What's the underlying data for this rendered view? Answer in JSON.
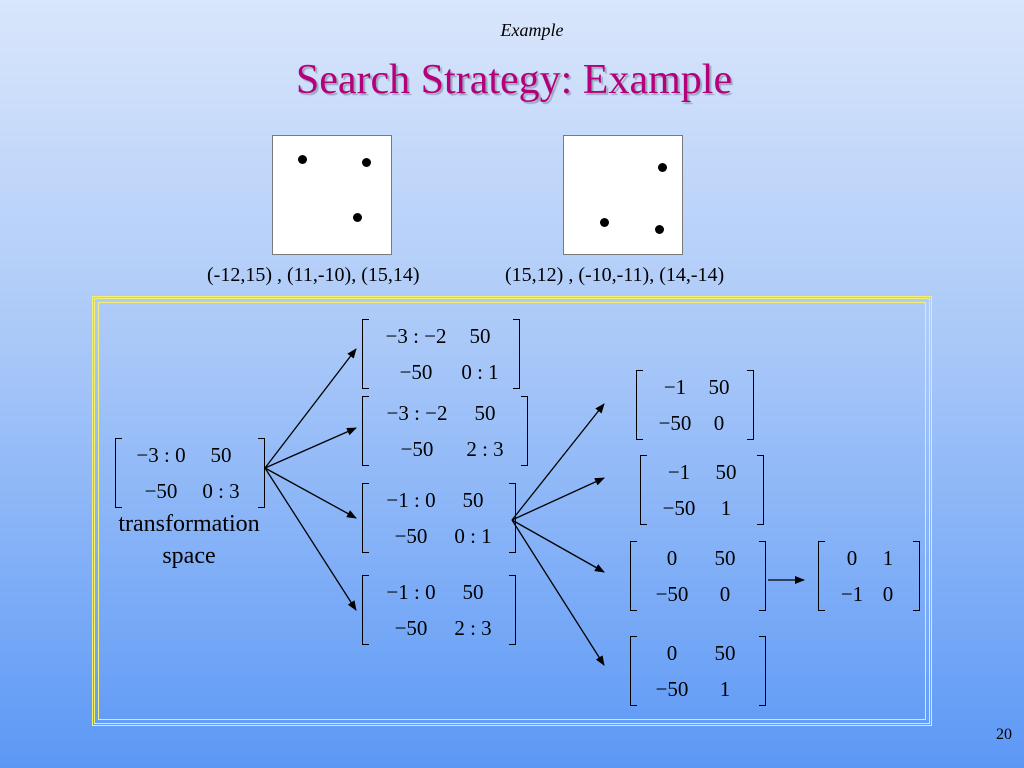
{
  "slide": {
    "header": "Example",
    "title": "Search Strategy: Example",
    "page_number": "20"
  },
  "point_sets": [
    {
      "label": "(-12,15) , (11,-10), (15,14)"
    },
    {
      "label": "(15,12) , (-10,-11), (14,-14)"
    }
  ],
  "root": {
    "label_line1": "transformation",
    "label_line2": "space",
    "rows": [
      [
        "−3 : 0",
        "50"
      ],
      [
        "−50",
        "0 : 3"
      ]
    ]
  },
  "level1": [
    {
      "rows": [
        [
          "−3 : −2",
          "50"
        ],
        [
          "−50",
          "0 : 1"
        ]
      ]
    },
    {
      "rows": [
        [
          "−3 : −2",
          "50"
        ],
        [
          "−50",
          "2 : 3"
        ]
      ]
    },
    {
      "rows": [
        [
          "−1 : 0",
          "50"
        ],
        [
          "−50",
          "0 : 1"
        ]
      ]
    },
    {
      "rows": [
        [
          "−1 : 0",
          "50"
        ],
        [
          "−50",
          "2 : 3"
        ]
      ]
    }
  ],
  "level2": [
    {
      "rows": [
        [
          "−1",
          "50"
        ],
        [
          "−50",
          "0"
        ]
      ]
    },
    {
      "rows": [
        [
          "−1",
          "50"
        ],
        [
          "−50",
          "1"
        ]
      ]
    },
    {
      "rows": [
        [
          "0",
          "50"
        ],
        [
          "−50",
          "0"
        ]
      ]
    },
    {
      "rows": [
        [
          "0",
          "50"
        ],
        [
          "−50",
          "1"
        ]
      ]
    }
  ],
  "level3": [
    {
      "rows": [
        [
          "0",
          "1"
        ],
        [
          "−1",
          "0"
        ]
      ]
    }
  ]
}
